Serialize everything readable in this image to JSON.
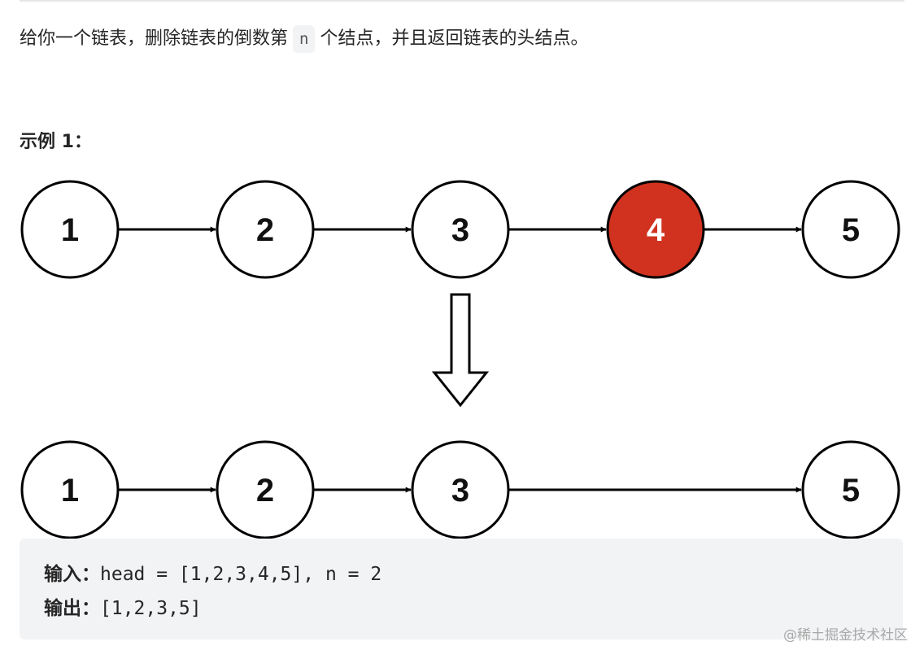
{
  "problem": {
    "text_before": "给你一个链表，删除链表的倒数第",
    "code_n": "n",
    "text_after": "个结点，并且返回链表的头结点。"
  },
  "example": {
    "title": "示例 1："
  },
  "diagram": {
    "top_list": [
      "1",
      "2",
      "3",
      "4",
      "5"
    ],
    "bottom_list": [
      "1",
      "2",
      "3",
      "5"
    ],
    "removed_index": 3,
    "colors": {
      "node_fill": "#ffffff",
      "node_stroke": "#000000",
      "removed_fill": "#d0321f",
      "removed_text": "#ffffff",
      "text": "#111111"
    }
  },
  "io": {
    "input_label": "输入：",
    "input_value": "head = [1,2,3,4,5], n = 2",
    "output_label": "输出：",
    "output_value": "[1,2,3,5]"
  },
  "watermark": {
    "text": "@稀土掘金技术社区"
  }
}
